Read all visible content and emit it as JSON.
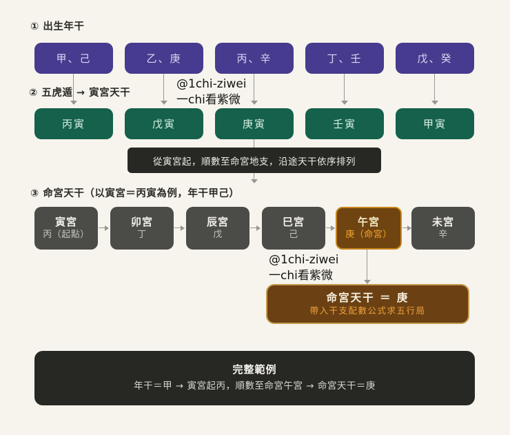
{
  "colors": {
    "background": "#f6f4ed",
    "year_stem_box": "#463b8e",
    "tiger_box": "#15614b",
    "note_box": "#272723",
    "palace_box": "#4b4b48",
    "highlight_palace_bg": "#6f4410",
    "highlight_palace_border": "#c9861c",
    "result_bg": "#6b4113",
    "result_border": "#c79a50",
    "orange_text": "#f1a42f",
    "arrow": "#97958f"
  },
  "watermark": {
    "line1": "@1chi-ziwei",
    "line2": "一chi看紫微"
  },
  "step1": {
    "label": "① 出生年干",
    "stems": [
      "甲、己",
      "乙、庚",
      "丙、辛",
      "丁、壬",
      "戊、癸"
    ]
  },
  "step2": {
    "label": "② 五虎遁 → 寅宮天干",
    "tiger_results": [
      "丙寅",
      "戊寅",
      "庚寅",
      "壬寅",
      "甲寅"
    ],
    "note": "從寅宮起，順數至命宮地支，沿途天干依序排列"
  },
  "step3": {
    "label": "③ 命宮天干（以寅宮＝丙寅為例，年干甲己）",
    "palaces": [
      {
        "name": "寅宮",
        "stem": "丙（起點）"
      },
      {
        "name": "卯宮",
        "stem": "丁"
      },
      {
        "name": "辰宮",
        "stem": "戊"
      },
      {
        "name": "巳宮",
        "stem": "己"
      },
      {
        "name": "午宮",
        "stem": "庚（命宮）"
      },
      {
        "name": "未宮",
        "stem": "辛"
      }
    ],
    "result": {
      "title": "命宮天干 ＝ 庚",
      "subtitle": "帶入干支配數公式求五行局"
    }
  },
  "summary": {
    "title": "完整範例",
    "text": "年干＝甲 → 寅宮起丙，順數至命宮午宮 → 命宮天干＝庚"
  }
}
